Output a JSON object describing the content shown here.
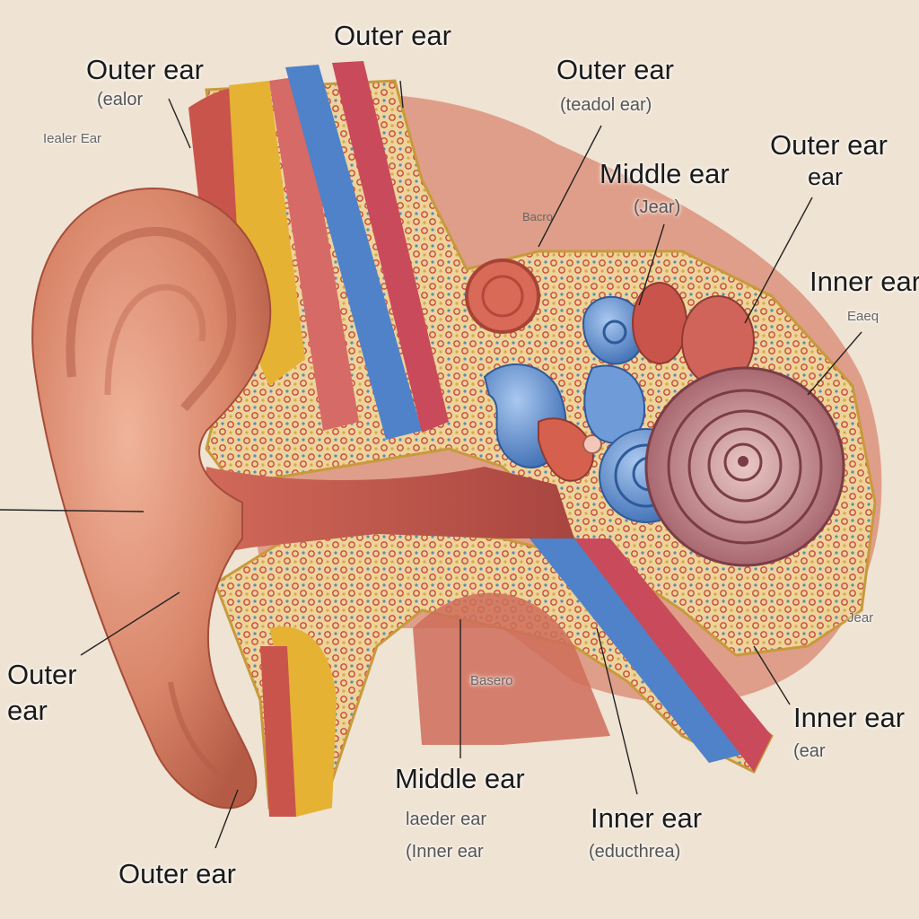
{
  "diagram": {
    "labels": {
      "outer_top_center": "Outer ear",
      "outer_top_left": "Outer ear",
      "outer_top_left_sub": "(ealor",
      "outer_left_small": "Iealer Ear",
      "outer_top_right": "Outer ear",
      "outer_top_right_sub": "(teadol ear)",
      "middle_top": "Middle ear",
      "middle_top_sub": "(Jear)",
      "outer_right_line1": "Outer ear",
      "outer_right_line2": "ear",
      "inner_right": "Inner ear",
      "inner_right_sub": "Eaeq",
      "bacro_small": "Bacro",
      "jear_small": "Jear",
      "outer_left_line1": "Outer",
      "outer_left_line2": "ear",
      "outer_bottom": "Outer ear",
      "middle_bottom": "Middle ear",
      "middle_bottom_sub1": "laeder ear",
      "middle_bottom_sub2": "(Inner ear",
      "basero_small": "Basero",
      "inner_bottom": "Inner ear",
      "inner_bottom_sub": "(educthrea)",
      "inner_right_low": "Inner ear",
      "inner_right_low_sub": "(ear"
    },
    "colors": {
      "background": "#efe3d3",
      "skin": "#d9866a",
      "skin_light": "#e8a98f",
      "muscle": "#c9544b",
      "bone_fill": "#ecd49a",
      "bone_dots": "#c9483c",
      "nerve_blue": "#4f82c9",
      "vessel_red": "#c94a5a",
      "yellow_band": "#e5b233",
      "cochlea": "#b46d72"
    }
  }
}
